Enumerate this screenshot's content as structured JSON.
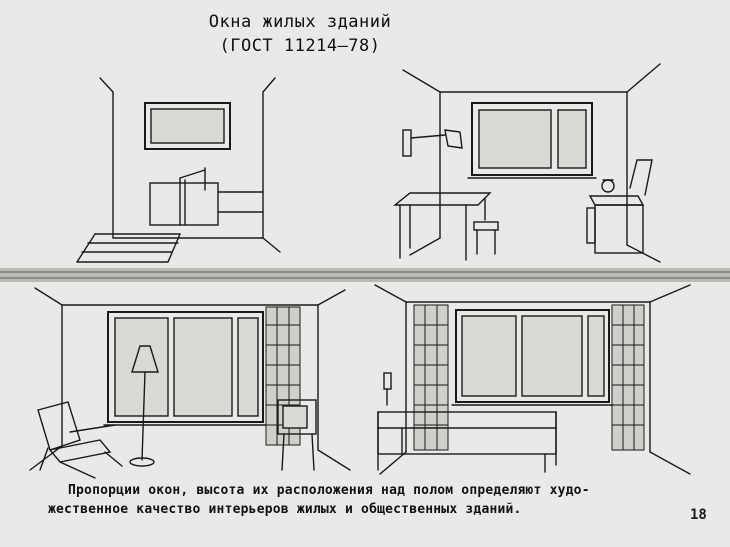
{
  "header": {
    "title_line1": "Окна жилых зданий",
    "title_line2": "(ГОСТ 11214—78)"
  },
  "caption": {
    "line1": "Пропорции окон, высота их расположения над полом определяют худо-",
    "line2": "жественное качество интерьеров жилых  и общественных зданий."
  },
  "page_number": "18",
  "colors": {
    "background": "#e9e9e7",
    "ink": "#1a1a1a",
    "glass": "#d9d9d6"
  }
}
